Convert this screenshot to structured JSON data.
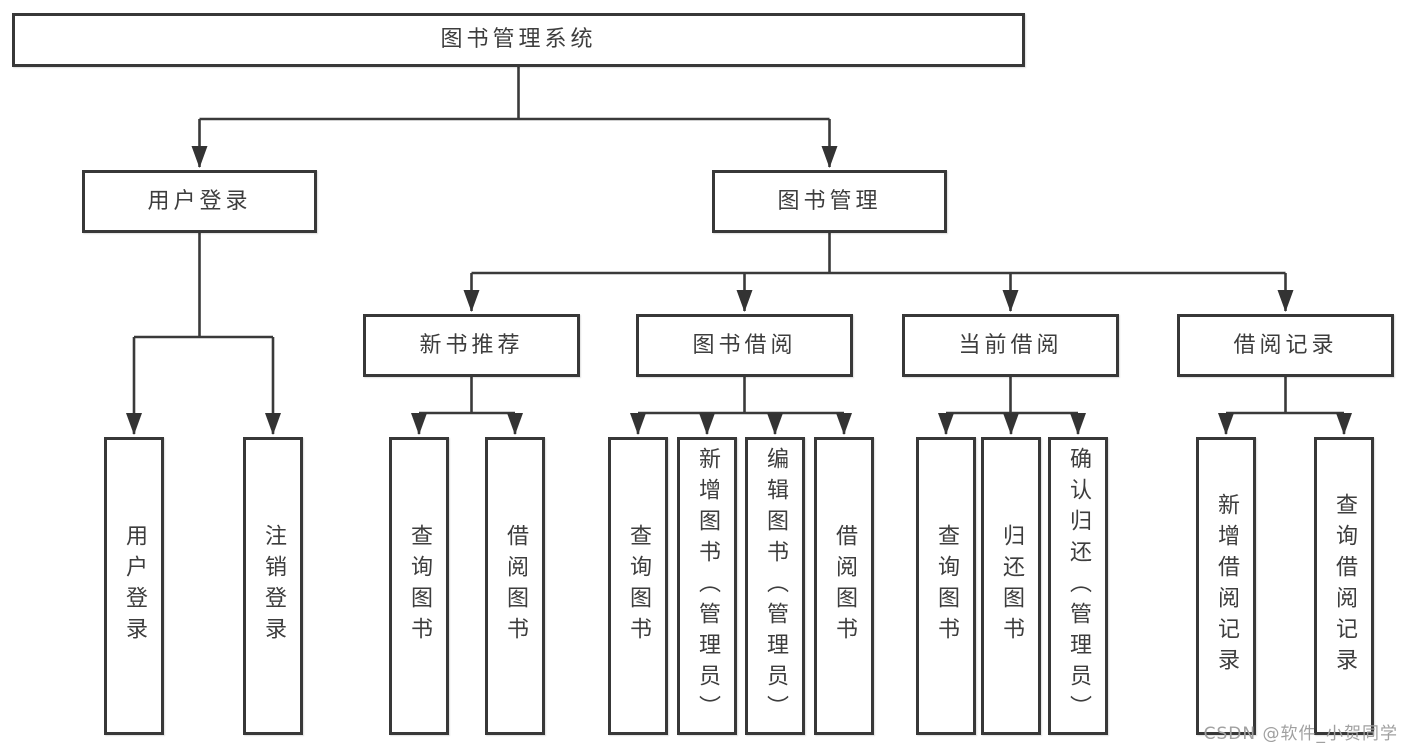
{
  "diagram": {
    "root": "图书管理系统",
    "login_branch": {
      "label": "用户登录",
      "children": [
        "用户登录",
        "注销登录"
      ]
    },
    "management_branch": {
      "label": "图书管理",
      "sections": [
        {
          "label": "新书推荐",
          "children": [
            "查询图书",
            "借阅图书"
          ]
        },
        {
          "label": "图书借阅",
          "children": [
            "查询图书",
            "新增图书（管理员）",
            "编辑图书（管理员）",
            "借阅图书"
          ]
        },
        {
          "label": "当前借阅",
          "children": [
            "查询图书",
            "归还图书",
            "确认归还（管理员）"
          ]
        },
        {
          "label": "借阅记录",
          "children": [
            "新增借阅记录",
            "查询借阅记录"
          ]
        }
      ]
    }
  },
  "watermark": "CSDN @软件_小贺同学",
  "colors": {
    "line": "#3a3a3a",
    "border": "#383838",
    "text": "#3d3d3d",
    "watermark": "#a0a0a0"
  }
}
